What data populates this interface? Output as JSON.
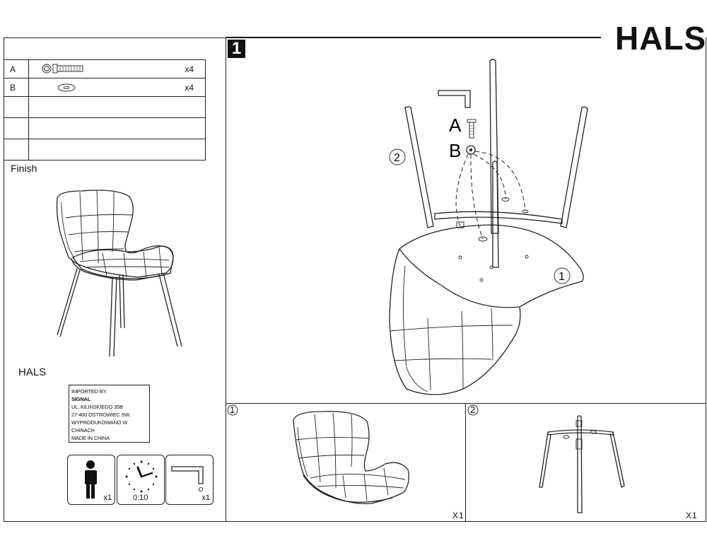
{
  "brand": {
    "title": "HALS"
  },
  "step": {
    "number": "1"
  },
  "parts": [
    {
      "letter": "A",
      "icon": "bolt-icon",
      "qty": "x4"
    },
    {
      "letter": "B",
      "icon": "washer-icon",
      "qty": "x4"
    },
    {
      "letter": "",
      "icon": "",
      "qty": ""
    },
    {
      "letter": "",
      "icon": "",
      "qty": ""
    },
    {
      "letter": "",
      "icon": "",
      "qty": ""
    }
  ],
  "finish": {
    "label": "Finish"
  },
  "product": {
    "name": "HALS"
  },
  "importer": {
    "line1": "IMPORTED BY:",
    "line2": "SIGNAL",
    "line3": "UL. KILINSKIEGO 35B",
    "line4": "27-400 OSTROWIEC SW.",
    "line5": "WYPRODUKOWANO W CHINACH",
    "line6": "MADE IN CHINA"
  },
  "requirements": {
    "persons": {
      "icon": "person-icon",
      "count": "x1"
    },
    "time": {
      "icon": "clock-icon",
      "value": "0:10"
    },
    "tool": {
      "icon": "allen-key-icon",
      "count": "x1"
    }
  },
  "main_diagram": {
    "callout_seat": "1",
    "callout_frame": "2",
    "label_bolt": "A",
    "label_washer": "B"
  },
  "subpanels": [
    {
      "number": "1",
      "qty": "X1"
    },
    {
      "number": "2",
      "qty": "X1"
    }
  ],
  "colors": {
    "ink": "#111111",
    "background": "#ffffff"
  }
}
